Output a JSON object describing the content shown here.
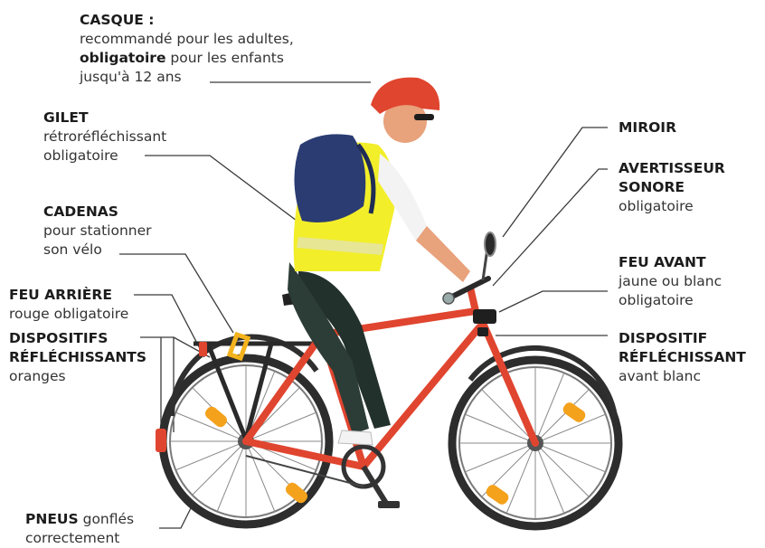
{
  "labels": {
    "casque": {
      "title": "CASQUE :",
      "line1": "recommandé pour les adultes,",
      "line2_bold": "obligatoire",
      "line2_rest": " pour les enfants",
      "line3": "jusqu'à 12 ans"
    },
    "gilet": {
      "title": "GILET",
      "line1": "rétroréfléchissant",
      "line2": "obligatoire"
    },
    "cadenas": {
      "title": "CADENAS",
      "line1": "pour stationner",
      "line2": "son vélo"
    },
    "feu_arriere": {
      "title": "FEU ARRIÈRE",
      "line1": "rouge obligatoire"
    },
    "dispositifs": {
      "title1": "DISPOSITIFS",
      "title2": "RÉFLÉCHISSANTS",
      "line1": "oranges"
    },
    "pneus": {
      "title": "PNEUS",
      "rest": " gonflés",
      "line2": "correctement"
    },
    "miroir": {
      "title": "MIROIR"
    },
    "avertisseur": {
      "title1": "AVERTISSEUR",
      "title2": "SONORE",
      "line1": "obligatoire"
    },
    "feu_avant": {
      "title": "FEU AVANT",
      "line1": "jaune ou blanc",
      "line2": "obligatoire"
    },
    "dispositif_avant": {
      "title1": "DISPOSITIF",
      "title2": "RÉFLÉCHISSANT",
      "line1": "avant blanc"
    }
  },
  "colors": {
    "frame": "#e0452f",
    "vest": "#f2ee2a",
    "backpack": "#2b3c73",
    "reflector": "#f4a21c",
    "pants": "#23312c",
    "tire": "#2d2d2d",
    "skin": "#e8a27c"
  }
}
